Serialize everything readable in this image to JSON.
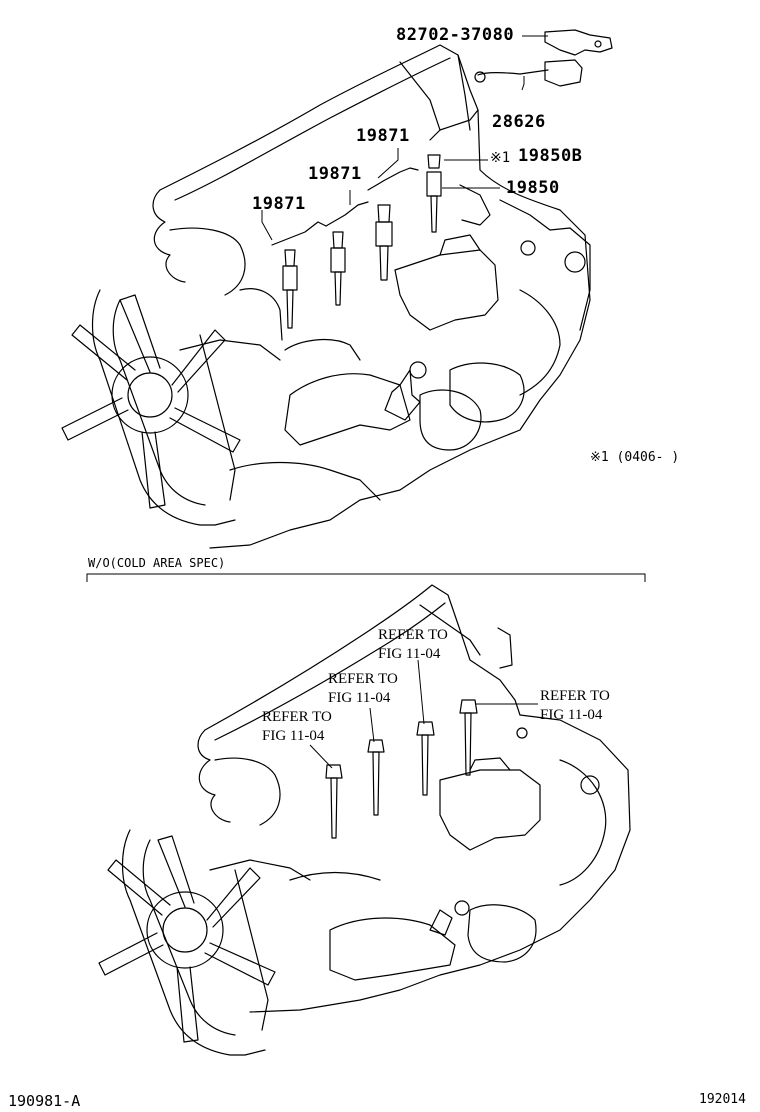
{
  "top": {
    "labels": {
      "sensor_pn": "82702-37080",
      "wire_pn": "28626",
      "bar1": "19871",
      "bar2": "19871",
      "bar3": "19871",
      "plug_b_prefix": "※1",
      "plug_b_pn": "19850B",
      "plug_pn": "19850"
    },
    "note": "※1 (0406-   )"
  },
  "bottom": {
    "section_label": "W/O(COLD AREA SPEC)",
    "refs": [
      {
        "line1": "REFER TO",
        "line2": "FIG 11-04"
      },
      {
        "line1": "REFER TO",
        "line2": "FIG 11-04"
      },
      {
        "line1": "REFER TO",
        "line2": "FIG 11-04"
      },
      {
        "line1": "REFER TO",
        "line2": "FIG 11-04"
      }
    ]
  },
  "footer": {
    "left": "190981-A",
    "right": "192014"
  }
}
